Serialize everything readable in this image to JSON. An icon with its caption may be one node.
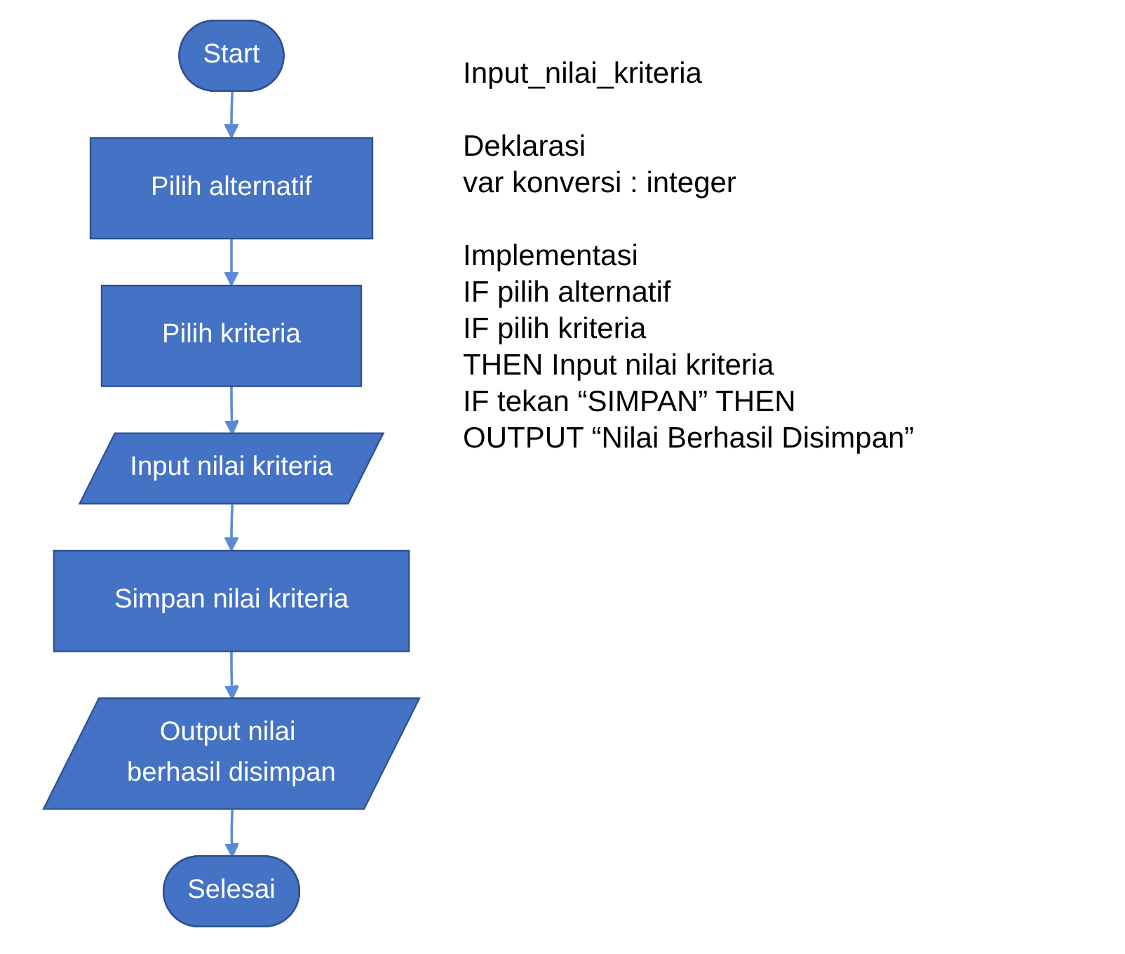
{
  "diagram": {
    "nodes": [
      {
        "text": [
          "Start"
        ]
      },
      {
        "text": [
          "Pilih alternatif"
        ]
      },
      {
        "text": [
          "Pilih kriteria"
        ]
      },
      {
        "text": [
          "Input nilai kriteria"
        ]
      },
      {
        "text": [
          "Simpan nilai kriteria"
        ]
      },
      {
        "text": [
          "Output nilai berhasil disimpan"
        ]
      },
      {
        "text": [
          "Selesai"
        ]
      }
    ],
    "edges": [
      {
        "from": 0,
        "to": 1,
        "arrow": "to"
      },
      {
        "from": 1,
        "to": 2,
        "arrow": "to"
      },
      {
        "from": 2,
        "to": 3,
        "arrow": "to"
      },
      {
        "from": 3,
        "to": 4,
        "arrow": "to"
      },
      {
        "from": 4,
        "to": 5,
        "arrow": "to"
      },
      {
        "from": 5,
        "to": 6,
        "arrow": "to"
      }
    ],
    "labels": [
      "Input_nilai_kriteria",
      "Deklarasi",
      "var konversi : integer",
      "Implementasi",
      "IF pilih alternatif",
      "IF pilih kriteria",
      "THEN Input nilai kriteria",
      "IF tekan “SIMPAN” THEN",
      "OUTPUT “Nilai Berhasil Disimpan”"
    ]
  }
}
